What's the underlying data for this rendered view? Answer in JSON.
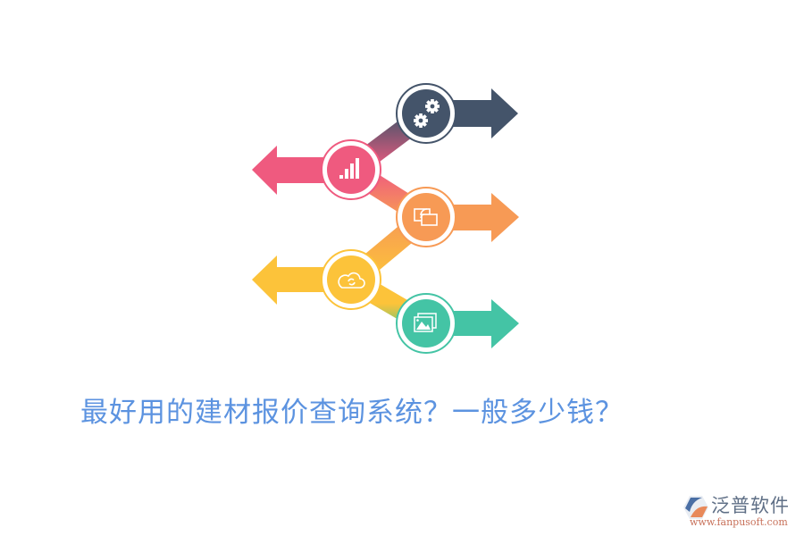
{
  "headline": "最好用的建材报价查询系统？一般多少钱？",
  "infographic": {
    "steps": [
      {
        "id": 1,
        "icon": "gears-icon",
        "color": "#44546a",
        "direction": "right"
      },
      {
        "id": 2,
        "icon": "bar-chart-icon",
        "color": "#ef5a7f",
        "direction": "left"
      },
      {
        "id": 3,
        "icon": "screen-cast-icon",
        "color": "#f79a55",
        "direction": "right"
      },
      {
        "id": 4,
        "icon": "cloud-sync-icon",
        "color": "#fcc33a",
        "direction": "left"
      },
      {
        "id": 5,
        "icon": "image-gallery-icon",
        "color": "#44c4a5",
        "direction": "right"
      }
    ]
  },
  "logo": {
    "name": "泛普软件",
    "url": "www.fanpusoft.com",
    "colors": {
      "blue": "#4a6fa5",
      "orange": "#e8895a"
    }
  }
}
